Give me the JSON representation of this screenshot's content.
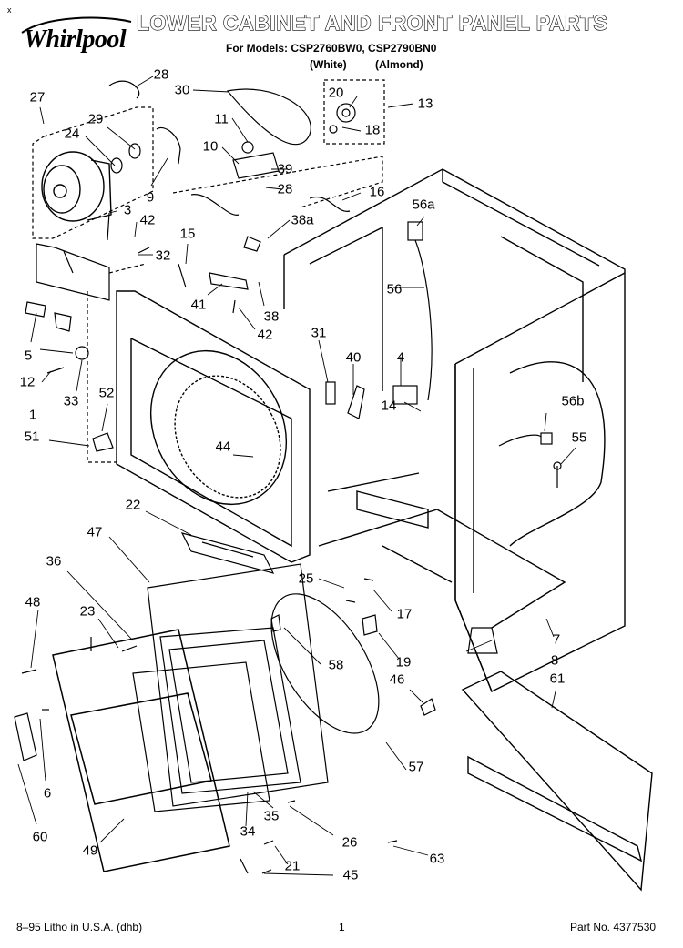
{
  "header": {
    "brand": "Whirlpool",
    "title": "LOWER CABINET AND FRONT PANEL PARTS",
    "models": "For Models: CSP2760BW0, CSP2790BN0",
    "variant_white": "(White)",
    "variant_almond": "(Almond)"
  },
  "footer": {
    "litho": "8–95 Litho in U.S.A. (dhb)",
    "page": "1",
    "part_no": "Part No. 4377530"
  },
  "corner_mark": "x",
  "callouts": [
    {
      "id": "c28a",
      "text": "28"
    },
    {
      "id": "c30",
      "text": "30"
    },
    {
      "id": "c20",
      "text": "20"
    },
    {
      "id": "c13",
      "text": "13"
    },
    {
      "id": "c27",
      "text": "27"
    },
    {
      "id": "c29",
      "text": "29"
    },
    {
      "id": "c11",
      "text": "11"
    },
    {
      "id": "c18",
      "text": "18"
    },
    {
      "id": "c24",
      "text": "24"
    },
    {
      "id": "c10",
      "text": "10"
    },
    {
      "id": "c39",
      "text": "39"
    },
    {
      "id": "c9",
      "text": "9"
    },
    {
      "id": "c28b",
      "text": "28"
    },
    {
      "id": "c16",
      "text": "16"
    },
    {
      "id": "c56a",
      "text": "56a"
    },
    {
      "id": "c3",
      "text": "3"
    },
    {
      "id": "c42a",
      "text": "42"
    },
    {
      "id": "c38a",
      "text": "38a"
    },
    {
      "id": "c15",
      "text": "15"
    },
    {
      "id": "c32",
      "text": "32"
    },
    {
      "id": "c56",
      "text": "56"
    },
    {
      "id": "c41",
      "text": "41"
    },
    {
      "id": "c38",
      "text": "38"
    },
    {
      "id": "c42b",
      "text": "42"
    },
    {
      "id": "c5",
      "text": "5"
    },
    {
      "id": "c31",
      "text": "31"
    },
    {
      "id": "c12",
      "text": "12"
    },
    {
      "id": "c40",
      "text": "40"
    },
    {
      "id": "c4",
      "text": "4"
    },
    {
      "id": "c1",
      "text": "1"
    },
    {
      "id": "c33",
      "text": "33"
    },
    {
      "id": "c52",
      "text": "52"
    },
    {
      "id": "c56b",
      "text": "56b"
    },
    {
      "id": "c14",
      "text": "14"
    },
    {
      "id": "c51",
      "text": "51"
    },
    {
      "id": "c55",
      "text": "55"
    },
    {
      "id": "c44",
      "text": "44"
    },
    {
      "id": "c22",
      "text": "22"
    },
    {
      "id": "c47",
      "text": "47"
    },
    {
      "id": "c36",
      "text": "36"
    },
    {
      "id": "c25",
      "text": "25"
    },
    {
      "id": "c17",
      "text": "17"
    },
    {
      "id": "c48",
      "text": "48"
    },
    {
      "id": "c23",
      "text": "23"
    },
    {
      "id": "c7",
      "text": "7"
    },
    {
      "id": "c58",
      "text": "58"
    },
    {
      "id": "c19",
      "text": "19"
    },
    {
      "id": "c8",
      "text": "8"
    },
    {
      "id": "c46",
      "text": "46"
    },
    {
      "id": "c61",
      "text": "61"
    },
    {
      "id": "c6",
      "text": "6"
    },
    {
      "id": "c57",
      "text": "57"
    },
    {
      "id": "c60",
      "text": "60"
    },
    {
      "id": "c35",
      "text": "35"
    },
    {
      "id": "c49",
      "text": "49"
    },
    {
      "id": "c34",
      "text": "34"
    },
    {
      "id": "c26",
      "text": "26"
    },
    {
      "id": "c21",
      "text": "21"
    },
    {
      "id": "c63",
      "text": "63"
    },
    {
      "id": "c45",
      "text": "45"
    }
  ]
}
